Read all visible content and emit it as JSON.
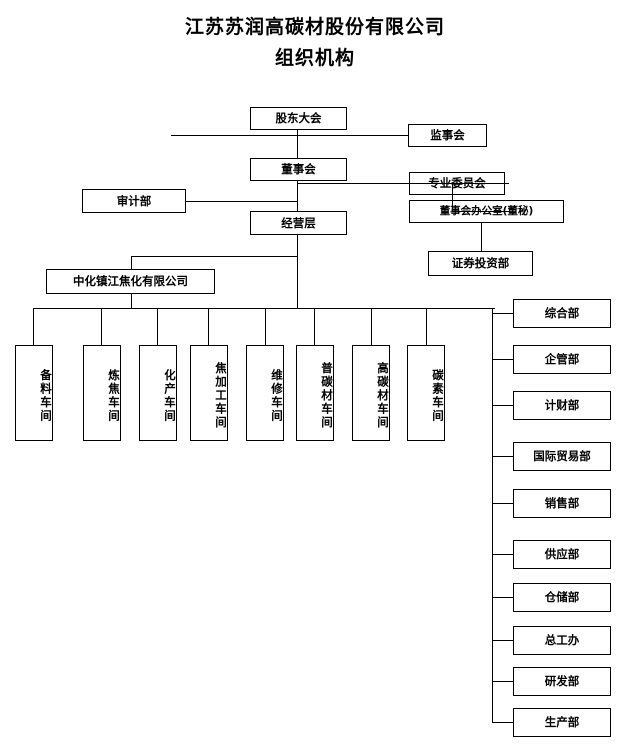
{
  "title": {
    "line1": "江苏苏润高碳材股份有限公司",
    "line2": "组织机构"
  },
  "nodes": {
    "shareholders_meeting": "股东大会",
    "supervisory_board": "监事会",
    "board_of_directors": "董事会",
    "professional_committee": "专业委员会",
    "board_office": "董事会办公室(董秘)",
    "audit_department": "审计部",
    "management_level": "经营层",
    "securities_investment": "证券投资部",
    "subsidiary": "中化镇江焦化有限公司"
  },
  "workshops": [
    {
      "label": "备料车间"
    },
    {
      "label": "炼焦车间"
    },
    {
      "label": "化产车间"
    },
    {
      "label": "焦加工车间"
    },
    {
      "label": "维修车间"
    },
    {
      "label": "普碳材车间"
    },
    {
      "label": "高碳材车间"
    },
    {
      "label": "碳素车间"
    }
  ],
  "departments": [
    {
      "label": "综合部"
    },
    {
      "label": "企管部"
    },
    {
      "label": "计财部"
    },
    {
      "label": "国际贸易部"
    },
    {
      "label": "销售部"
    },
    {
      "label": "供应部"
    },
    {
      "label": "仓储部"
    },
    {
      "label": "总工办"
    },
    {
      "label": "研发部"
    },
    {
      "label": "生产部"
    }
  ],
  "colors": {
    "line": "#000000",
    "text": "#000000",
    "background": "#ffffff"
  }
}
